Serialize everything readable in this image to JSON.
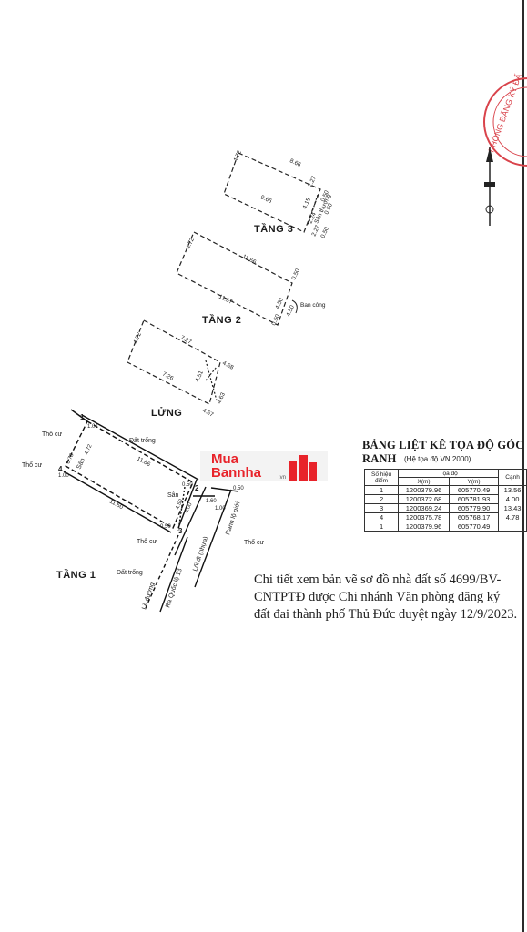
{
  "floors": {
    "tang3": "TẦNG 3",
    "tang2": "TẦNG 2",
    "lung": "LỬNG",
    "tang1": "TẦNG 1"
  },
  "tang3_dims": {
    "top": "8.66",
    "left": "4.72",
    "bottom": "9.66",
    "r1": "2.27",
    "r2": "4.15",
    "r3": "2.24",
    "r4": "2.27",
    "r5": "0.50",
    "r6": "0.50",
    "r7": "0.50",
    "san": "Sân thượng"
  },
  "tang2_dims": {
    "top": "11.66",
    "left": "4.72",
    "bottom": "11.67",
    "r1": "0.50",
    "r2": "4.50",
    "r3": "4.50",
    "r4": "0.50",
    "bancong": "Ban công"
  },
  "lung_dims": {
    "top": "7.27",
    "left": "4.72",
    "bottom": "7.26",
    "r1": "4.68",
    "r2": "4.51",
    "r3": "4.67",
    "r4": "4.63"
  },
  "tang1_labels": {
    "tho_cu_1": "Thổ cư",
    "tho_cu_2": "Thổ cư",
    "tho_cu_3": "Thổ cư",
    "tho_cu_4": "Thổ cư",
    "dat_trong_1": "Đất trống",
    "dat_trong_2": "Đất trống",
    "san_left": "Sân",
    "san_right": "Sân",
    "top_len": "11.66",
    "bottom_len": "11.50",
    "left_a": "1.01",
    "left_b": "4.72",
    "left_c": "1.00",
    "left_d": "0.78",
    "right_a": "0.50",
    "right_b": "4.00",
    "right_c": "0.50",
    "right_d": "0.50",
    "mid_a": "4.50",
    "road_1": "Lối đi (nhựa)",
    "road_2": "Ranh lộ giới",
    "road_3": "Lề đường",
    "road_4": "Ra Quốc lộ 13",
    "road_5": "1.60",
    "road_6": "1.00",
    "p1": "1",
    "p2": "2",
    "p3": "3",
    "p4": "4"
  },
  "table": {
    "title": "BẢNG LIỆT KÊ TỌA ĐỘ GÓC RANH",
    "subtitle": "(Hệ tọa độ VN 2000)",
    "headers": {
      "point": "Số hiệu điểm",
      "coord": "Tọa độ",
      "x": "X(m)",
      "y": "Y(m)",
      "edge": "Cạnh"
    },
    "rows": [
      {
        "point": "1",
        "x": "1200379.96",
        "y": "605770.49"
      },
      {
        "point": "2",
        "x": "1200372.68",
        "y": "605781.93"
      },
      {
        "point": "3",
        "x": "1200369.24",
        "y": "605779.90"
      },
      {
        "point": "4",
        "x": "1200375.78",
        "y": "605768.17"
      },
      {
        "point": "1",
        "x": "1200379.96",
        "y": "605770.49"
      }
    ],
    "edges": [
      "13.56",
      "4.00",
      "13.43",
      "4.78"
    ]
  },
  "note": "Chi tiết xem bản vẽ sơ đồ nhà đất số 4699/BV-CNTPTĐ được Chi nhánh Văn phòng đăng ký đất đai thành phố Thủ Đức duyệt ngày 12/9/2023.",
  "watermark": {
    "line1": "Mua",
    "line2": "Bannha",
    "suffix": ".vn",
    "color": "#e8232a"
  },
  "stamp": {
    "text": "PHÒNG ĐĂNG KÝ ĐẤ",
    "color": "#d9434b"
  }
}
